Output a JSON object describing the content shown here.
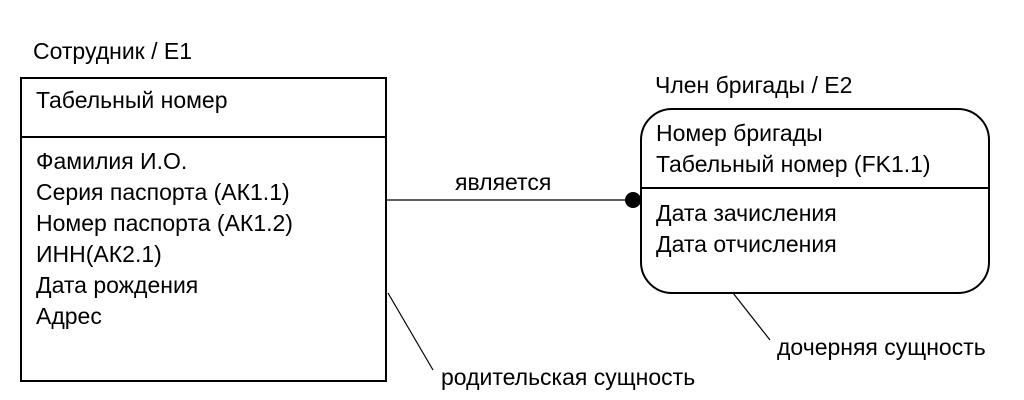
{
  "parent_entity": {
    "title": "Сотрудник / E1",
    "key_attributes": [
      "Табельный номер"
    ],
    "attributes": [
      "Фамилия И.О.",
      "Серия паспорта (АК1.1)",
      "Номер паспорта (АК1.2)",
      "ИНН(АК2.1)",
      "Дата рождения",
      "Адрес"
    ]
  },
  "child_entity": {
    "title": "Член бригады / E2",
    "key_attributes": [
      "Номер бригады",
      "Табельный номер (FK1.1)"
    ],
    "attributes": [
      "Дата зачисления",
      "Дата отчисления"
    ]
  },
  "relationship": {
    "label": "является"
  },
  "annotations": {
    "parent": "родительская сущность",
    "child": "дочерняя сущность"
  }
}
